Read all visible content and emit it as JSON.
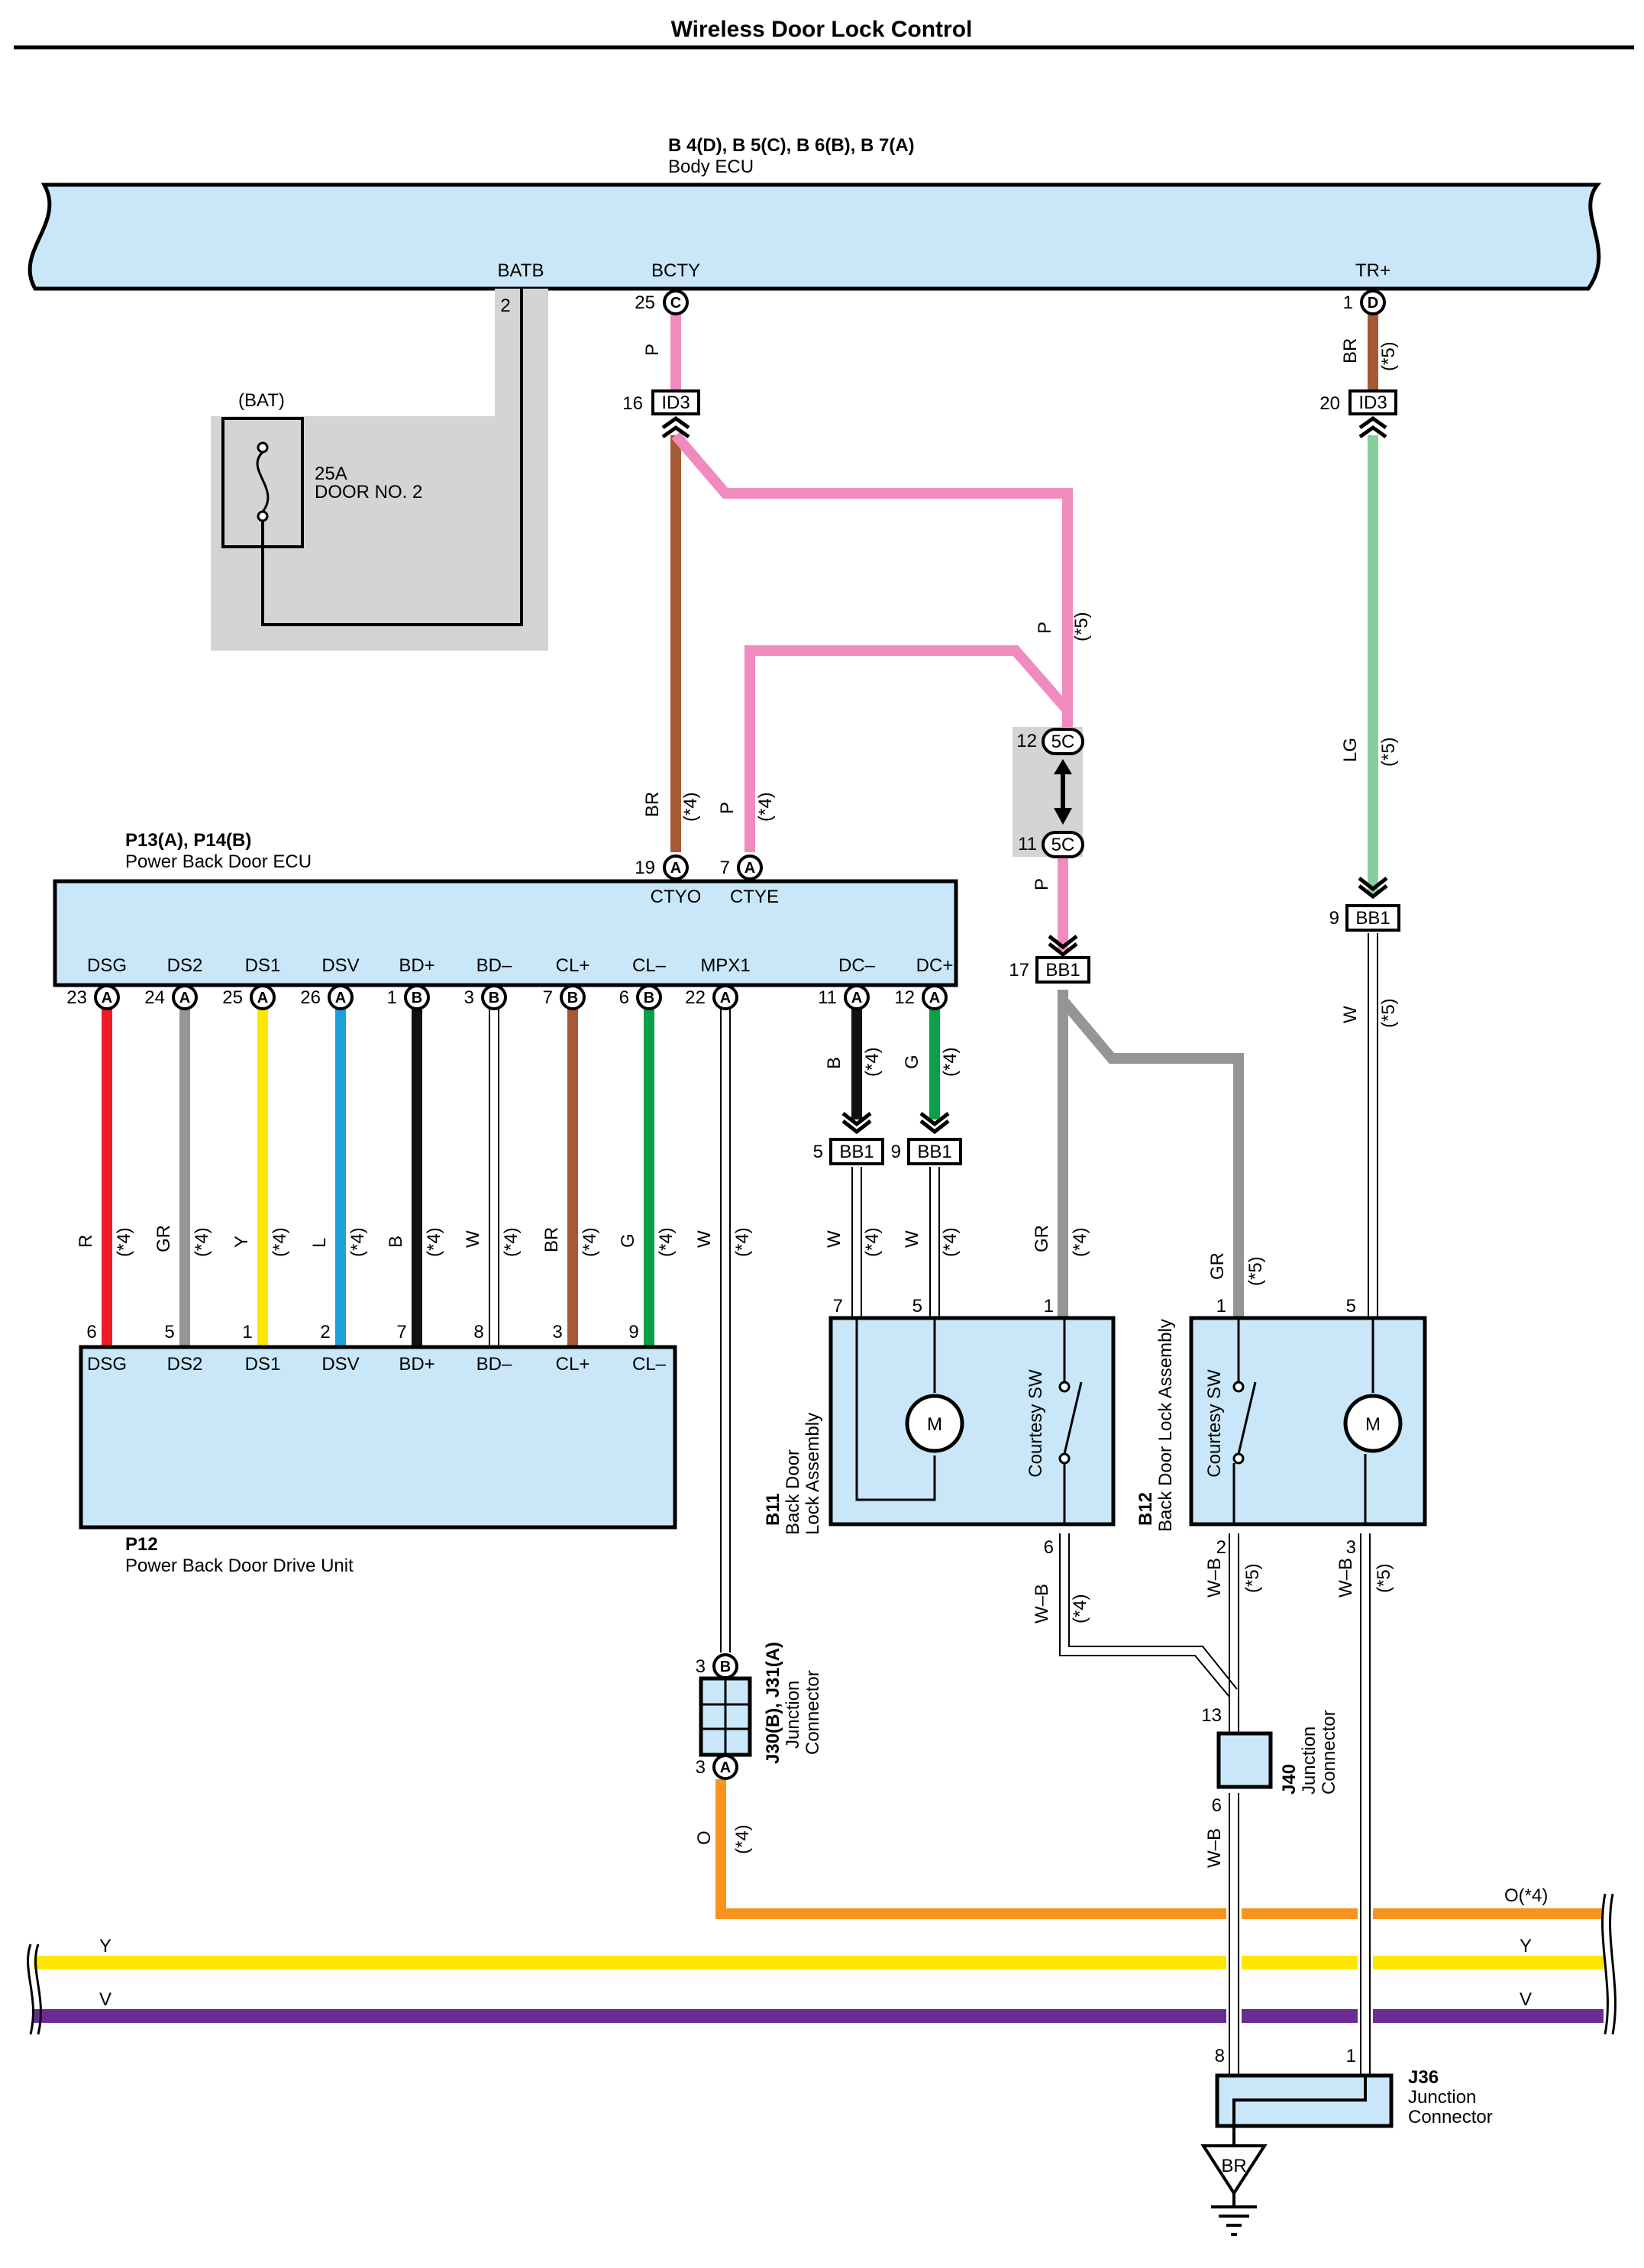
{
  "title": "Wireless Door Lock Control",
  "components": {
    "body_ecu": {
      "connectors": "B 4(D), B 5(C), B 6(B), B 7(A)",
      "name": "Body ECU",
      "pins": [
        {
          "name": "BATB",
          "num": "2"
        },
        {
          "name": "BCTY",
          "num": "25",
          "conn": "C"
        },
        {
          "name": "TR+",
          "num": "1",
          "conn": "D"
        }
      ]
    },
    "fuse": {
      "source": "(BAT)",
      "rating": "25A",
      "name": "DOOR NO. 2"
    },
    "pbd_ecu": {
      "connectors": "P13(A), P14(B)",
      "name": "Power Back Door ECU",
      "top_pins": [
        {
          "name": "CTYO",
          "num": "19",
          "conn": "A"
        },
        {
          "name": "CTYE",
          "num": "7",
          "conn": "A"
        }
      ],
      "bottom_pins": [
        {
          "name": "DSG",
          "num": "23",
          "conn": "A"
        },
        {
          "name": "DS2",
          "num": "24",
          "conn": "A"
        },
        {
          "name": "DS1",
          "num": "25",
          "conn": "A"
        },
        {
          "name": "DSV",
          "num": "26",
          "conn": "A"
        },
        {
          "name": "BD+",
          "num": "1",
          "conn": "B"
        },
        {
          "name": "BD–",
          "num": "3",
          "conn": "B"
        },
        {
          "name": "CL+",
          "num": "7",
          "conn": "B"
        },
        {
          "name": "CL–",
          "num": "6",
          "conn": "B"
        },
        {
          "name": "MPX1",
          "num": "22",
          "conn": "A"
        },
        {
          "name": "DC–",
          "num": "11",
          "conn": "A"
        },
        {
          "name": "DC+",
          "num": "12",
          "conn": "A"
        }
      ]
    },
    "drive_unit": {
      "code": "P12",
      "name": "Power Back Door Drive Unit",
      "pins": [
        {
          "name": "DSG",
          "num": "6"
        },
        {
          "name": "DS2",
          "num": "5"
        },
        {
          "name": "DS1",
          "num": "1"
        },
        {
          "name": "DSV",
          "num": "2"
        },
        {
          "name": "BD+",
          "num": "7"
        },
        {
          "name": "BD–",
          "num": "8"
        },
        {
          "name": "CL+",
          "num": "3"
        },
        {
          "name": "CL–",
          "num": "9"
        }
      ]
    },
    "b11": {
      "code": "B11",
      "name1": "Back Door",
      "name2": "Lock Assembly",
      "switch": "Courtesy SW",
      "motor": "M",
      "pins": {
        "p7": "7",
        "p5": "5",
        "p1": "1",
        "p6": "6"
      }
    },
    "b12": {
      "code": "B12",
      "name": "Back Door Lock Assembly",
      "switch": "Courtesy SW",
      "motor": "M",
      "pins": {
        "p1": "1",
        "p5": "5",
        "p2": "2",
        "p3": "3"
      }
    },
    "j30": {
      "code": "J30(B), J31(A)",
      "name1": "Junction",
      "name2": "Connector",
      "top_num": "3",
      "top_conn": "B",
      "bot_num": "3",
      "bot_conn": "A"
    },
    "j40": {
      "code": "J40",
      "name1": "Junction",
      "name2": "Connector",
      "top_num": "13",
      "bot_num": "6"
    },
    "j36": {
      "code": "J36",
      "name1": "Junction",
      "name2": "Connector",
      "left_num": "8",
      "right_num": "1"
    },
    "ground": {
      "label": "BR"
    }
  },
  "connectors_inline": {
    "id3_left": {
      "num": "16",
      "label": "ID3"
    },
    "id3_right": {
      "num": "20",
      "label": "ID3"
    },
    "c5c_top": {
      "num": "12",
      "label": "5C"
    },
    "c5c_bot": {
      "num": "11",
      "label": "5C"
    },
    "bb1_17": {
      "num": "17",
      "label": "BB1"
    },
    "bb1_9r": {
      "num": "9",
      "label": "BB1"
    },
    "bb1_5": {
      "num": "5",
      "label": "BB1"
    },
    "bb1_9": {
      "num": "9",
      "label": "BB1"
    }
  },
  "wire_labels": {
    "bcty_p": "P",
    "tr_br": "BR",
    "tr_br_note": "(*5)",
    "pink_right": "P",
    "pink_right_note": "(*5)",
    "lg": "LG",
    "lg_note": "(*5)",
    "ctyo_br": "BR",
    "ctyo_note": "(*4)",
    "ctye_p": "P",
    "ctye_note": "(*4)",
    "p_5c": "P",
    "w_right": "W",
    "w_right_note": "(*5)",
    "dc_minus": "B",
    "dc_minus_note": "(*4)",
    "dc_plus": "G",
    "dc_plus_note": "(*4)",
    "drive": [
      {
        "c": "R",
        "n": "(*4)"
      },
      {
        "c": "GR",
        "n": "(*4)"
      },
      {
        "c": "Y",
        "n": "(*4)"
      },
      {
        "c": "L",
        "n": "(*4)"
      },
      {
        "c": "B",
        "n": "(*4)"
      },
      {
        "c": "W",
        "n": "(*4)"
      },
      {
        "c": "BR",
        "n": "(*4)"
      },
      {
        "c": "G",
        "n": "(*4)"
      }
    ],
    "mpx_w": "W",
    "mpx_note": "(*4)",
    "b11_w7": "W",
    "b11_w7_note": "(*4)",
    "b11_w5": "W",
    "b11_w5_note": "(*4)",
    "b11_gr": "GR",
    "b11_gr_note": "(*4)",
    "b12_gr": "GR",
    "b12_gr_note": "(*5)",
    "b11_wb": "W–B",
    "b11_wb_note": "(*4)",
    "b12_wb2": "W–B",
    "b12_wb2_note": "(*5)",
    "b12_wb3": "W–B",
    "b12_wb3_note": "(*5)",
    "j40_wb": "W–B",
    "o_wire": "O",
    "o_wire_note": "(*4)",
    "bus_o": "O(*4)",
    "bus_y_left": "Y",
    "bus_y_right": "Y",
    "bus_v_left": "V",
    "bus_v_right": "V"
  },
  "colors": {
    "pink": "#f08bbf",
    "brown": "#a45a34",
    "lightgreen": "#86cf9c",
    "gray": "#959595",
    "red": "#ee1c25",
    "yellow": "#ffe600",
    "blue": "#1aa1dc",
    "black": "#111111",
    "green": "#0aa04a",
    "orange": "#f7941d",
    "violet": "#6b2c91",
    "block": "#c9e7f8",
    "shade": "#d4d4d6"
  }
}
